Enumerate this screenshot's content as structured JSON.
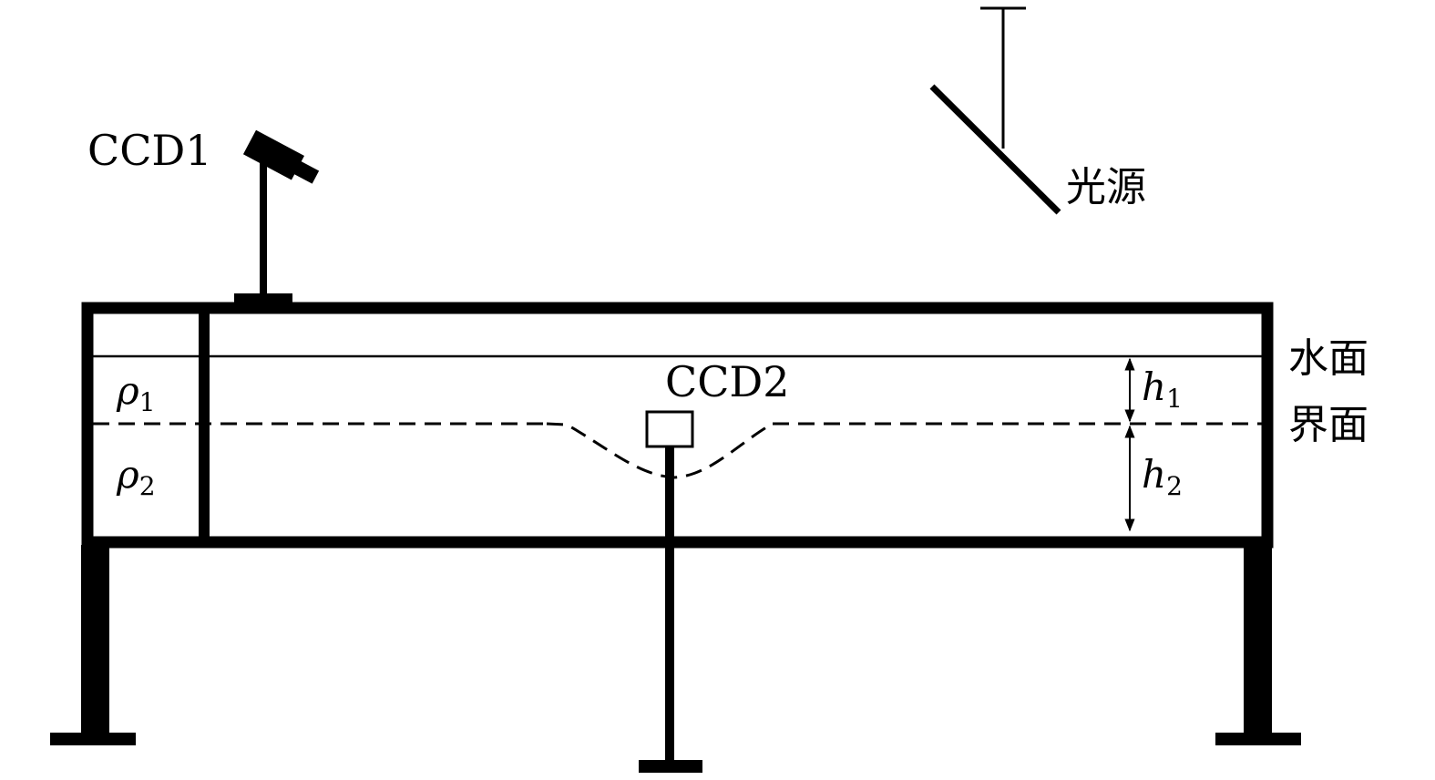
{
  "labels": {
    "ccd1": "CCD1",
    "ccd2": "CCD2",
    "light_source": "光源",
    "water_surface": "水面",
    "interface": "界面",
    "rho1": {
      "base": "ρ",
      "sub": "1"
    },
    "rho2": {
      "base": "ρ",
      "sub": "2"
    },
    "h1": {
      "base": "h",
      "sub": "1"
    },
    "h2": {
      "base": "h",
      "sub": "2"
    }
  },
  "colors": {
    "stroke": "#000000",
    "background": "#ffffff"
  }
}
